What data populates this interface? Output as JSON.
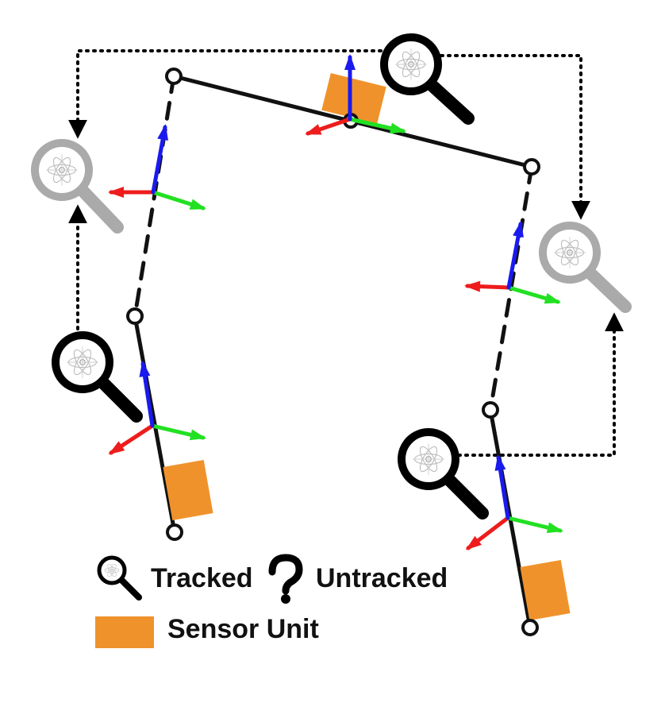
{
  "colors": {
    "line": "#111111",
    "sensor": "#f0922b",
    "axis_x": "#ee1c1c",
    "axis_y": "#22e022",
    "axis_z": "#1a1aee",
    "tracked": "#000000",
    "inferred": "#aaaaaa"
  },
  "icons": {
    "tracked": "magnifier-icon",
    "untracked": "question-mark-icon"
  },
  "legend": {
    "tracked_label": "Tracked",
    "untracked_label": "Untracked",
    "sensor_label": "Sensor Unit"
  }
}
